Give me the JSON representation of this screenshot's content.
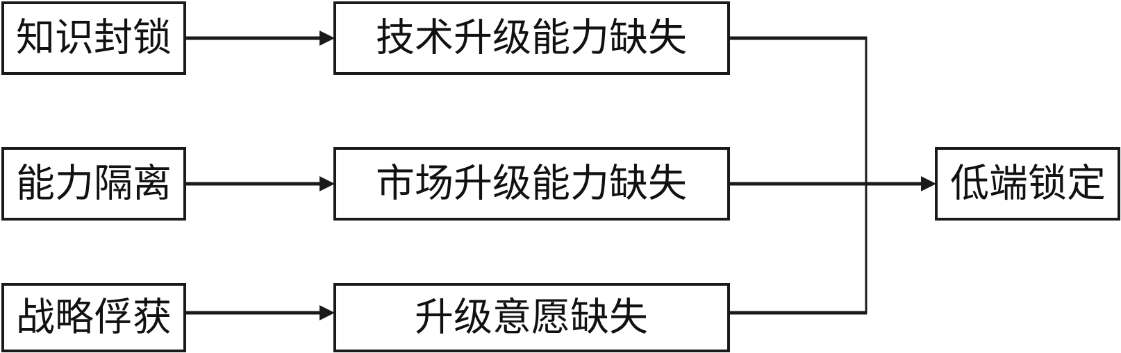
{
  "causes": [
    {
      "label": "知识封锁"
    },
    {
      "label": "能力隔离"
    },
    {
      "label": "战略俘获"
    }
  ],
  "gaps": [
    {
      "label": "技术升级能力缺失"
    },
    {
      "label": "市场升级能力缺失"
    },
    {
      "label": "升级意愿缺失"
    }
  ],
  "outcome": {
    "label": "低端锁定"
  },
  "colors": {
    "line": "#1a1a1a",
    "background": "#ffffff"
  }
}
